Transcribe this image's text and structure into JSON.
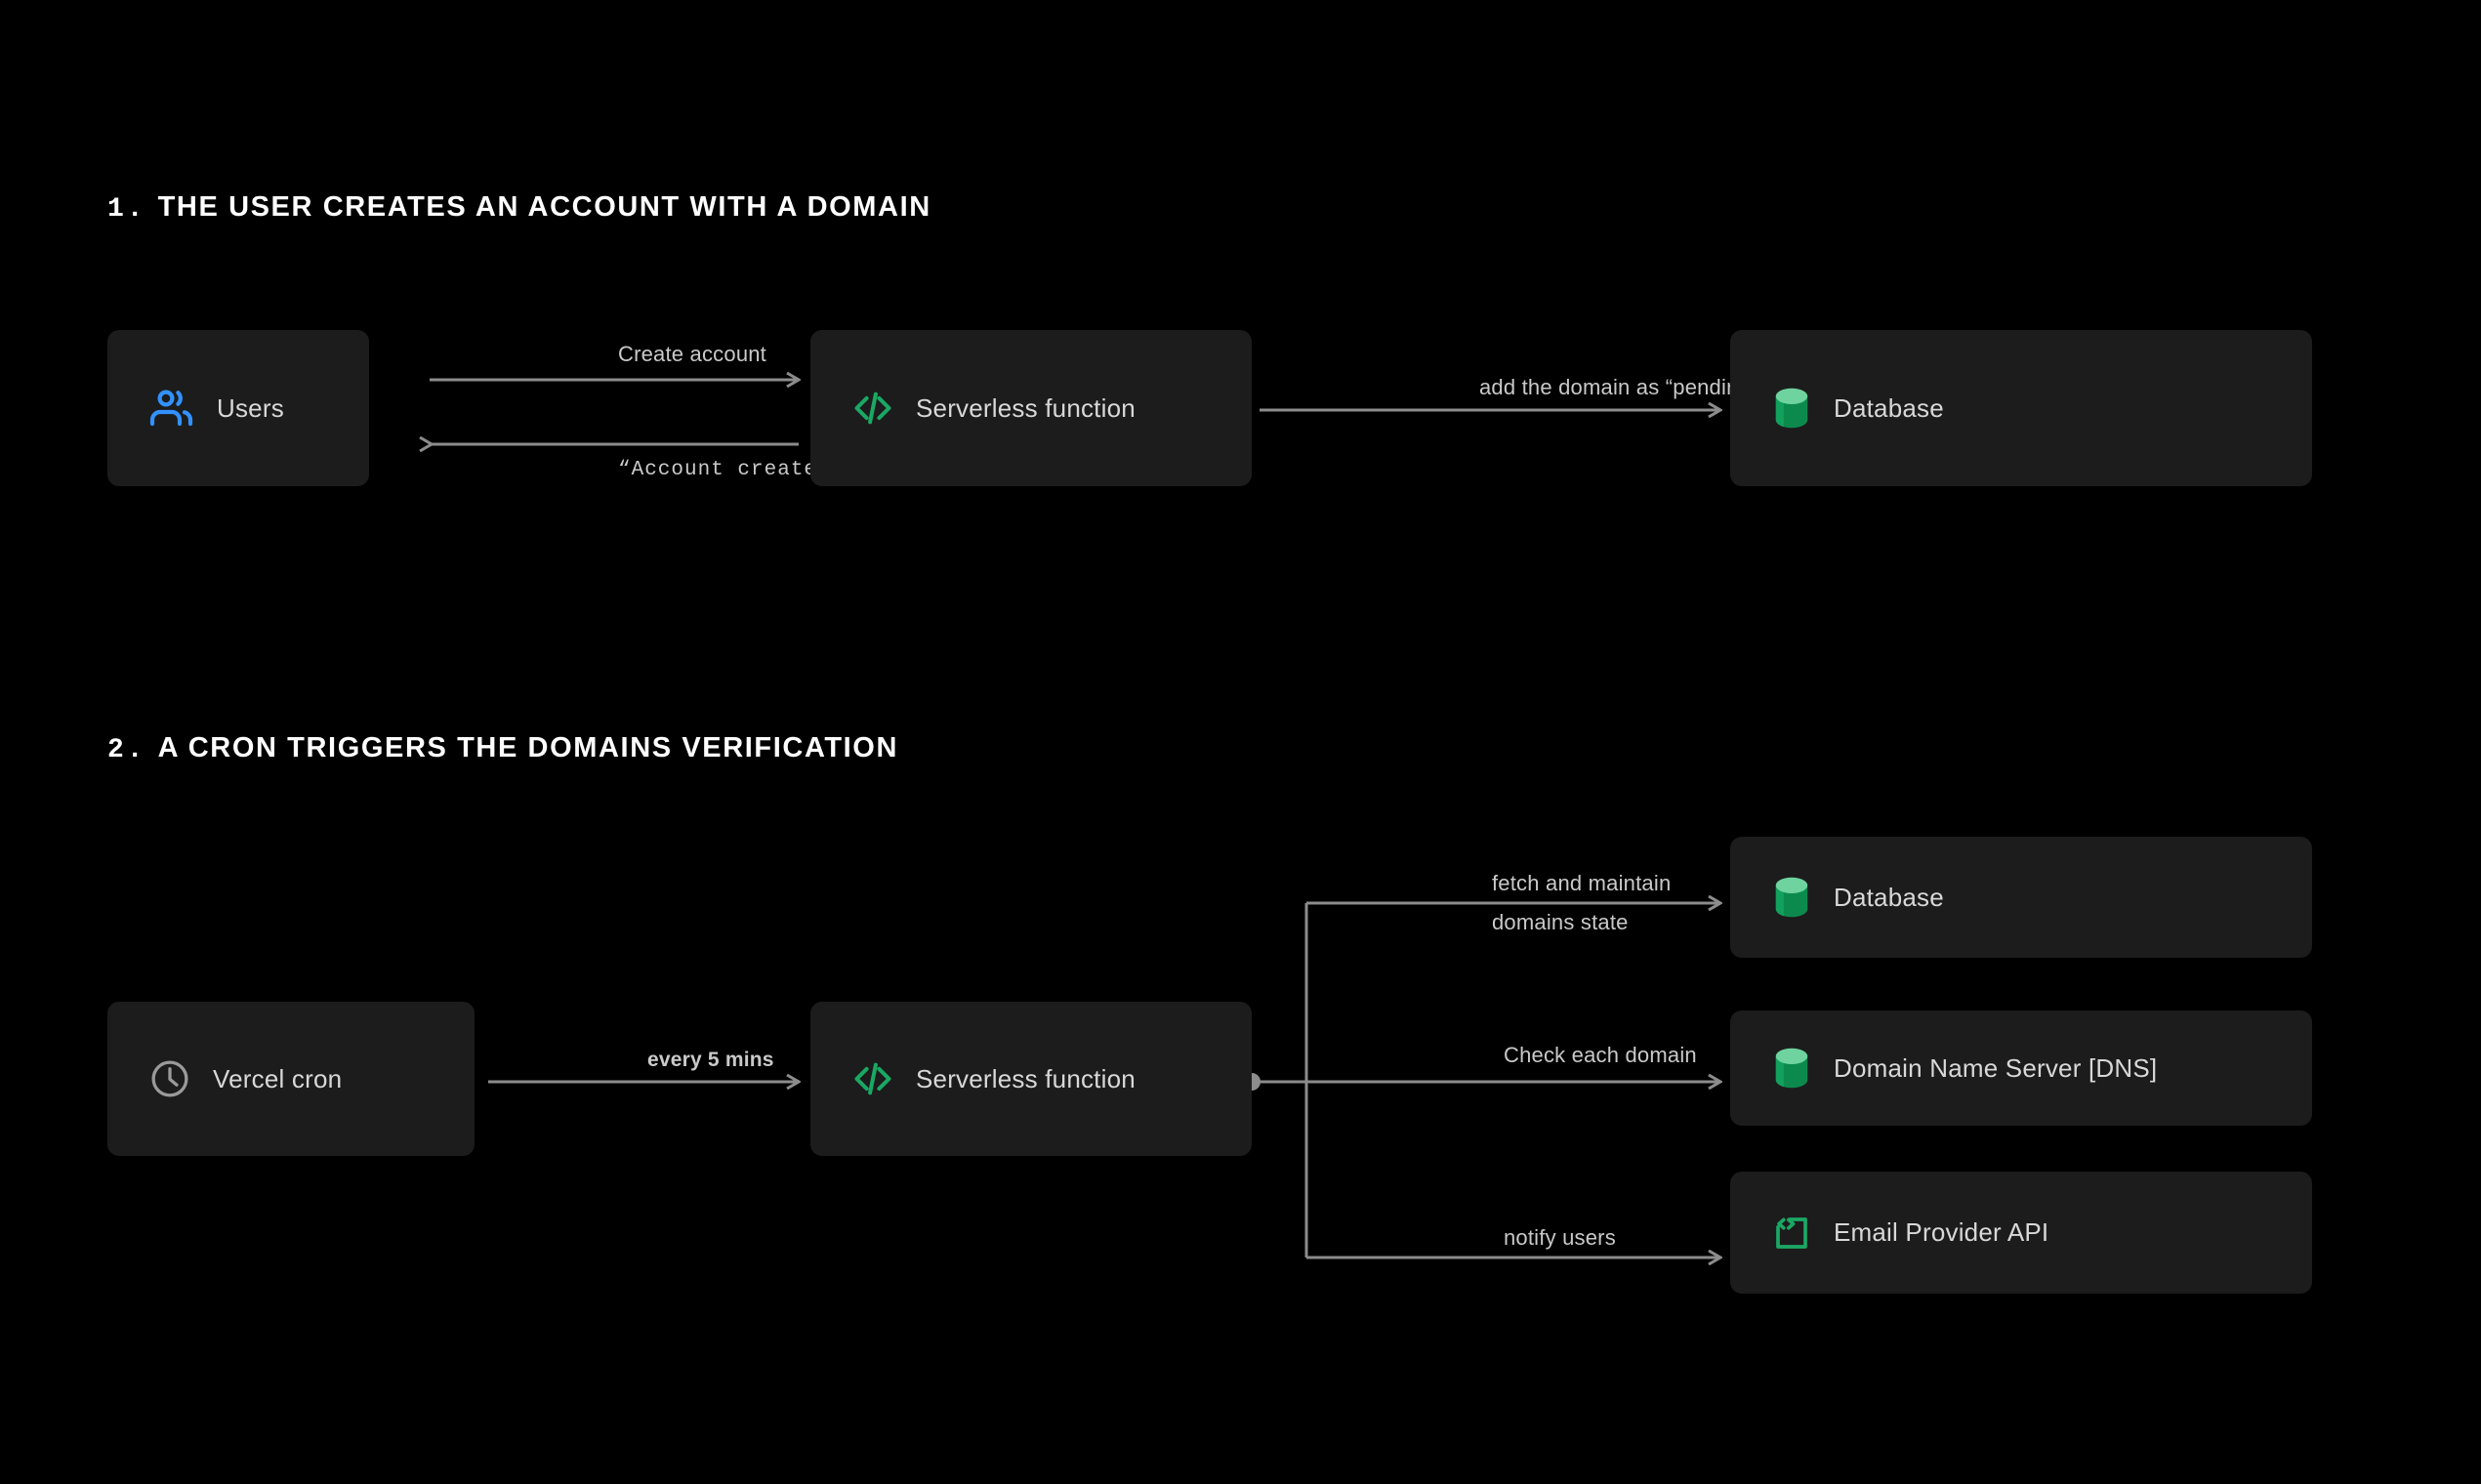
{
  "theme": {
    "background": "#000000",
    "node_fill": "#1c1c1c",
    "wire": "#8c8c8c",
    "label_text": "#c9c9c9",
    "node_text": "#d8d8d8",
    "accent_green": "#1aa864",
    "accent_green_light": "#6ed39e",
    "accent_blue": "#3291ff",
    "icon_grey": "#9a9a9a"
  },
  "sections": [
    {
      "number": "1.",
      "title": "THE USER CREATES AN ACCOUNT WITH A DOMAIN",
      "nodes": [
        {
          "id": "users",
          "label": "Users",
          "icon": "users-icon"
        },
        {
          "id": "sf1",
          "label": "Serverless function",
          "icon": "code-brackets-icon"
        },
        {
          "id": "db1",
          "label": "Database",
          "icon": "database-cylinder-icon"
        }
      ],
      "wires": [
        {
          "id": "create-account",
          "label": "Create account",
          "from": "users",
          "to": "sf1",
          "direction": "right"
        },
        {
          "id": "account-created",
          "label": "“Account created”",
          "from": "sf1",
          "to": "users",
          "direction": "left",
          "style": "mono"
        },
        {
          "id": "add-domain",
          "label": "add the domain as “pending”",
          "from": "sf1",
          "to": "db1",
          "direction": "right"
        }
      ]
    },
    {
      "number": "2.",
      "title": "A CRON TRIGGERS THE DOMAINS VERIFICATION",
      "nodes": [
        {
          "id": "cron",
          "label": "Vercel cron",
          "icon": "clock-icon"
        },
        {
          "id": "sf2",
          "label": "Serverless function",
          "icon": "code-brackets-icon"
        },
        {
          "id": "db2",
          "label": "Database",
          "icon": "database-cylinder-icon"
        },
        {
          "id": "dns",
          "label": "Domain Name Server  [DNS]",
          "icon": "database-cylinder-icon"
        },
        {
          "id": "email",
          "label": "Email Provider API",
          "icon": "api-code-square-icon"
        }
      ],
      "wires": [
        {
          "id": "every-5-mins",
          "label": "every 5 mins",
          "from": "cron",
          "to": "sf2",
          "direction": "right",
          "style": "bold"
        },
        {
          "id": "fetch-state",
          "label_line1": "fetch and maintain",
          "label_line2": "domains state",
          "from": "sf2",
          "to": "db2",
          "direction": "right"
        },
        {
          "id": "check-domain",
          "label": "Check each domain",
          "from": "sf2",
          "to": "dns",
          "direction": "right"
        },
        {
          "id": "notify-users",
          "label": "notify users",
          "from": "sf2",
          "to": "email",
          "direction": "right"
        }
      ]
    }
  ]
}
